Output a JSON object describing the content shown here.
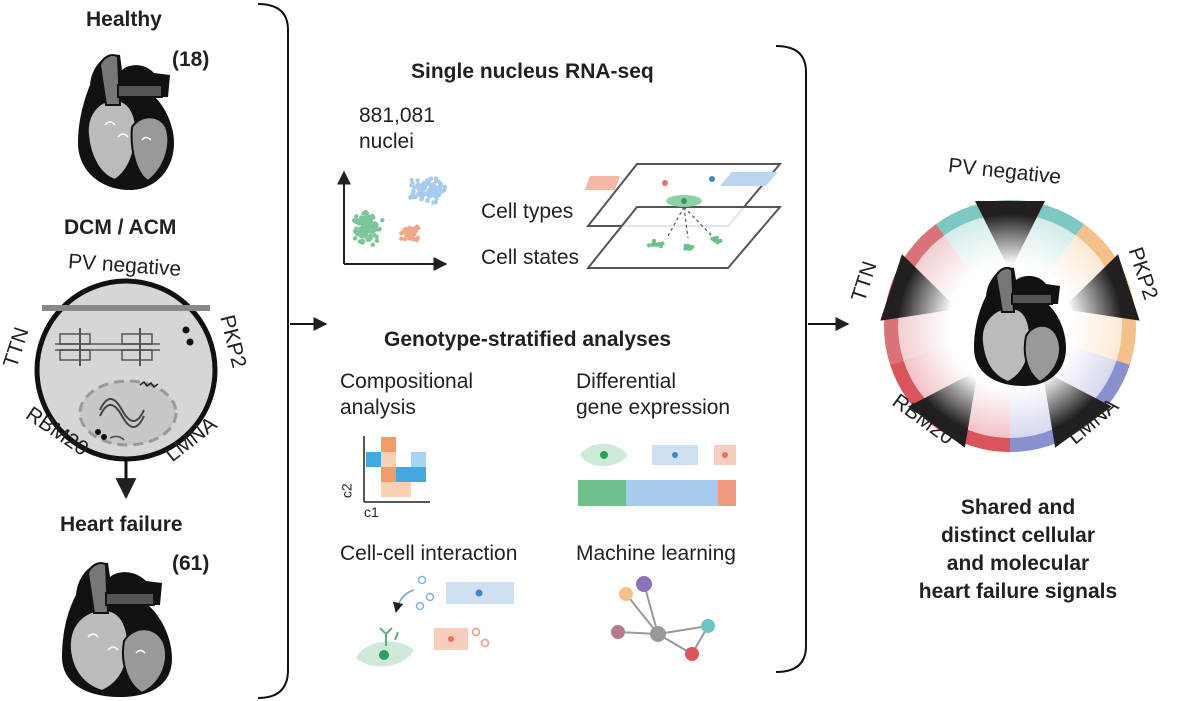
{
  "left": {
    "healthy": {
      "label": "Healthy",
      "count": "(18)"
    },
    "disease": {
      "label": "DCM / ACM",
      "genotypes": {
        "pv_negative": "PV negative",
        "ttn": "TTN",
        "pkp2": "PKP2",
        "rbm20": "RBM20",
        "lmna": "LMNA"
      }
    },
    "failure": {
      "label": "Heart failure",
      "count": "(61)"
    }
  },
  "middle": {
    "snrnaseq": {
      "title": "Single nucleus RNA-seq",
      "nuclei_count": "881,081",
      "nuclei_label": "nuclei",
      "cell_types": "Cell types",
      "cell_states": "Cell states"
    },
    "analyses": {
      "title": "Genotype-stratified analyses",
      "compositional": [
        "Compositional",
        "analysis"
      ],
      "differential": [
        "Differential",
        "gene expression"
      ],
      "axis_c1": "c1",
      "axis_c2": "c2",
      "cell_cell": "Cell-cell interaction",
      "machine_learning": "Machine learning"
    }
  },
  "right": {
    "wheel": {
      "pv_negative": "PV negative",
      "ttn": "TTN",
      "pkp2": "PKP2",
      "rbm20": "RBM20",
      "lmna": "LMNA",
      "colors": {
        "pv_negative": "#7ec8c4",
        "ttn": "#d9737a",
        "pkp2": "#f6c08a",
        "rbm20": "#d9545b",
        "lmna": "#8a8fcf"
      }
    },
    "conclusion": [
      "Shared and",
      "distinct cellular",
      "and molecular",
      "heart failure signals"
    ]
  },
  "colors": {
    "green": "#7cc59a",
    "blue": "#a7cbec",
    "salmon": "#f0a88a",
    "grey": "#8a8a8a"
  }
}
